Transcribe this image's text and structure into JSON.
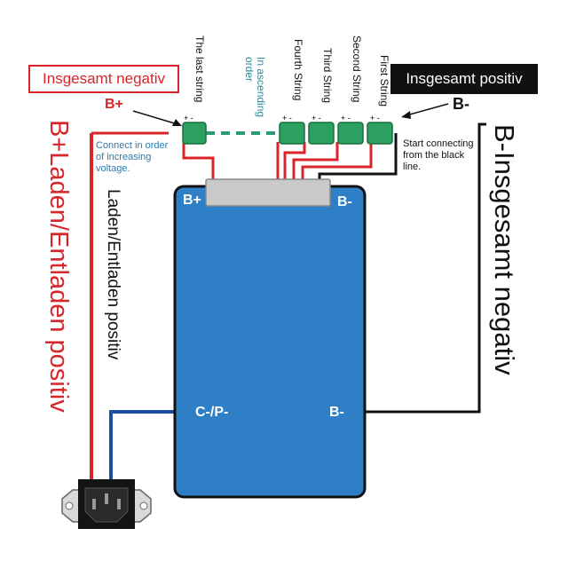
{
  "headers": {
    "negative": "Insgesamt negativ",
    "positive": "Insgesamt positiv"
  },
  "terminals": {
    "b_plus_top": "B+",
    "b_minus_top": "B-",
    "board_b_plus": "B+",
    "board_b_minus_top": "B-",
    "board_c_p_minus": "C-/P-",
    "board_b_minus_side": "B-"
  },
  "strings": [
    {
      "label": "The last string"
    },
    {
      "label": "Fourth String"
    },
    {
      "label": "Third String"
    },
    {
      "label": "Second String"
    },
    {
      "label": "First String"
    }
  ],
  "polarity_mark": "+ -",
  "notes": {
    "ascending": "In ascending order",
    "connect_order": [
      "Connect in order",
      "of increasing",
      "voltage."
    ],
    "start_connecting": [
      "Start connecting",
      "from the black",
      "line."
    ]
  },
  "side_labels": {
    "left_red": "B+Laden/Entladen positiv",
    "left_inner": "Laden/Entladen positiv",
    "right_black": "B-Insgesamt negativ"
  },
  "colors": {
    "red": "#d8252a",
    "black": "#111111",
    "board_blue": "#2f7fc6",
    "connector_green": "#2ba060",
    "dash_teal": "#2b9a7a",
    "wire_blue": "#1f4e9c"
  }
}
